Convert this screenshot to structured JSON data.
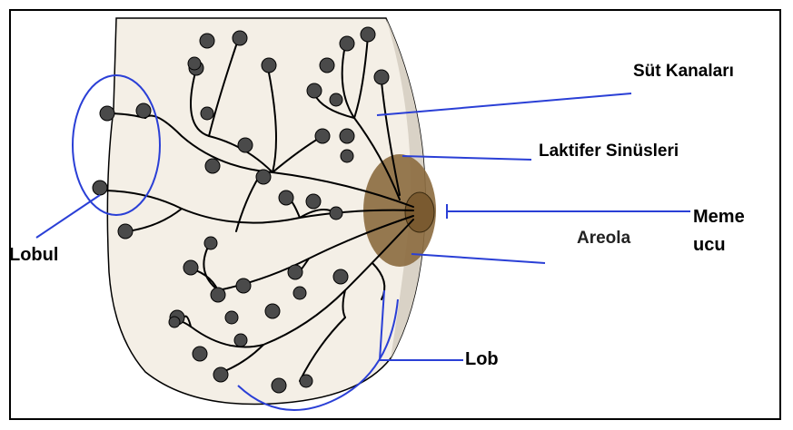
{
  "labels": {
    "sut_kanallari": "Süt Kanaları",
    "laktifer": "Laktifer Sinüsleri",
    "meme": "Meme",
    "ucu": "ucu",
    "areola": "Areola",
    "lobul": "Lobul",
    "lob": "Lob"
  },
  "colors": {
    "breast_fill": "#f4efe6",
    "areola_fill": "#8b6a3e",
    "nipple_fill": "#7a5a30",
    "leader_line": "#2a3fd6",
    "duct_stroke": "#000000"
  }
}
